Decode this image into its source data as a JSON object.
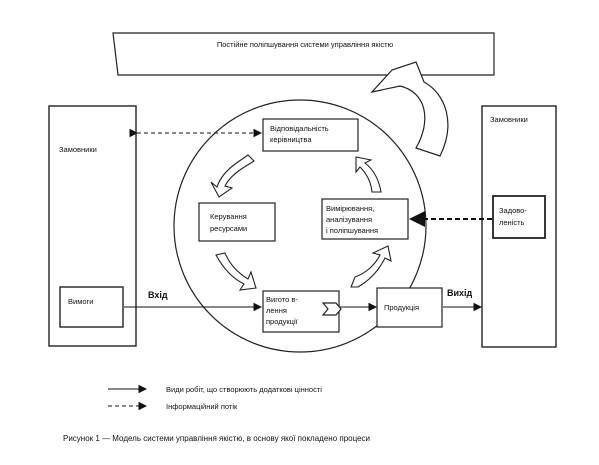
{
  "top_banner": "Постійне поліпшування системи управління якістю",
  "left_panel": {
    "title": "Замовники",
    "requirements": "Вимоги"
  },
  "right_panel": {
    "title": "Замовники",
    "satisfaction_line1": "Задово-",
    "satisfaction_line2": "леність"
  },
  "processes": {
    "management_responsibility_line1": "Відповідальність",
    "management_responsibility_line2": "керівництва",
    "resource_management_line1": "Керування",
    "resource_management_line2": "ресурсами",
    "measurement_line1": "Вимірювання,",
    "measurement_line2": "аналізування",
    "measurement_line3": "і поліпшування",
    "product_realization_line1": "Вигото в-",
    "product_realization_line2": "лення",
    "product_realization_line3": "продукції"
  },
  "product": "Продукція",
  "input_label": "Вхід",
  "output_label": "Вихід",
  "legend": {
    "value_adding": "Види робіт, що створюють додаткові цінності",
    "information_flow": "Інформаційний потік"
  },
  "caption": "Рисунок 1 — Модель системи управління якістю, в основу якої покладено процеси"
}
